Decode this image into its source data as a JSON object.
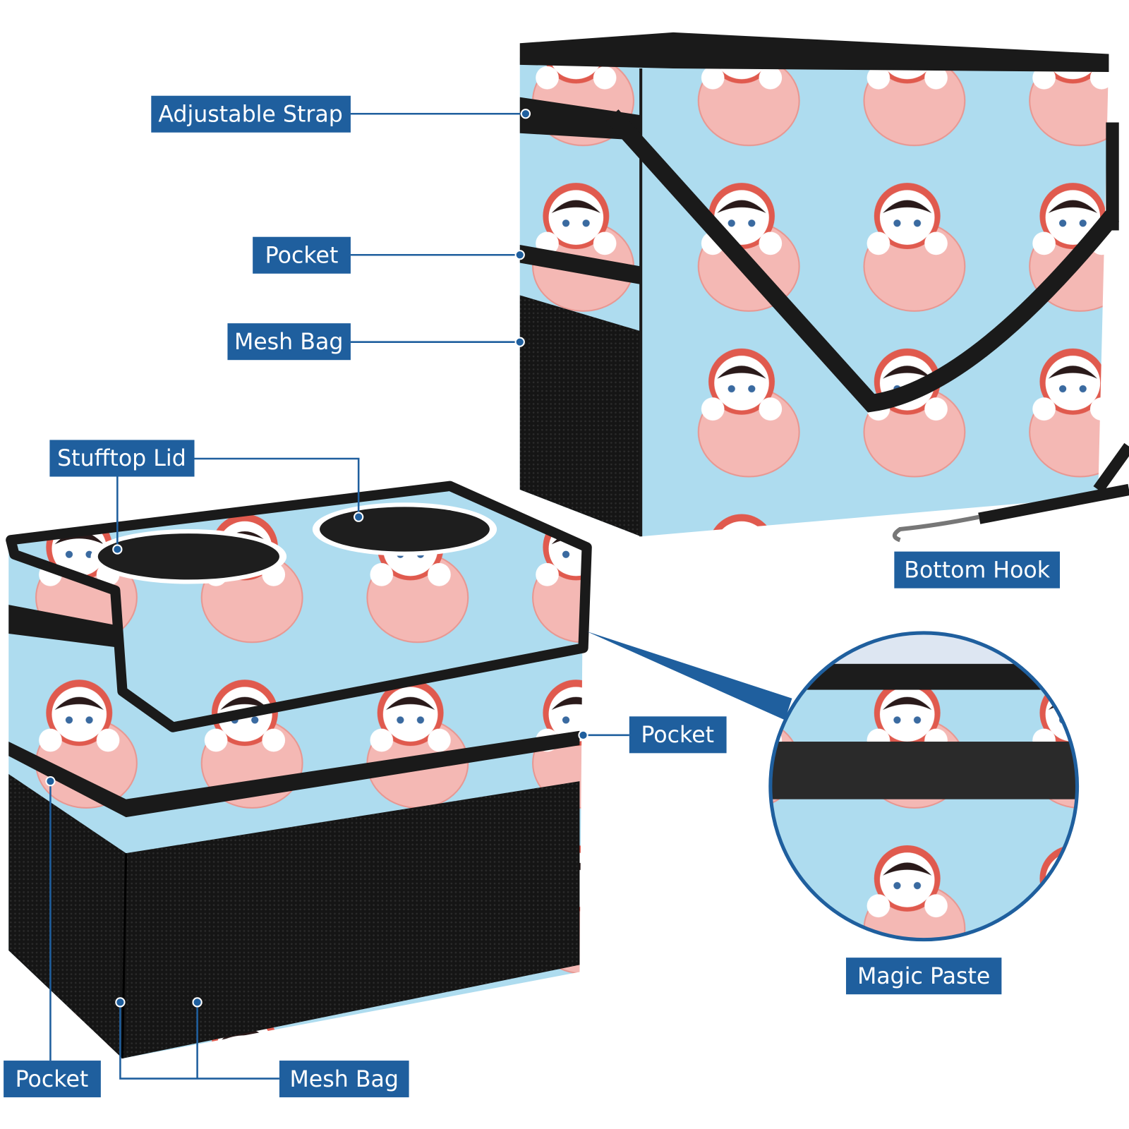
{
  "labels": {
    "adjustable_strap": "Adjustable Strap",
    "pocket_top": "Pocket",
    "mesh_bag_top": "Mesh Bag",
    "stufftop_lid": "Stufftop Lid",
    "bottom_hook": "Bottom Hook",
    "pocket_front": "Pocket",
    "magic_paste": "Magic Paste",
    "pocket_side": "Pocket",
    "mesh_bag_bottom": "Mesh Bag"
  },
  "colors": {
    "label": "#1f5f9e",
    "fabric": "#aedcef",
    "doll": "#f4b8b4",
    "trim": "#1a1a1a"
  }
}
